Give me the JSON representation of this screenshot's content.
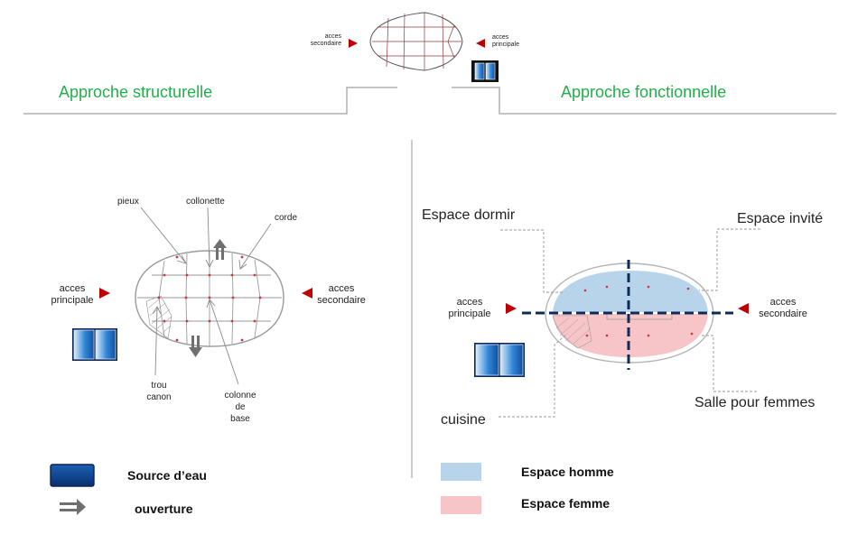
{
  "top": {
    "access_secondary": [
      "acces",
      "secondaire"
    ],
    "access_main": [
      "acces",
      "principale"
    ]
  },
  "titles": {
    "structural": "Approche  structurelle",
    "functional": "Approche  fonctionnelle"
  },
  "left": {
    "pieux": "pieux",
    "collonette": "collonette",
    "corde": "corde",
    "access_main": [
      "acces",
      "principale"
    ],
    "access_secondary": [
      "acces",
      "secondaire"
    ],
    "trou_canon": [
      "trou",
      "canon"
    ],
    "colonne_de_base": [
      "colonne",
      "de",
      "base"
    ]
  },
  "right": {
    "espace_dormir": "Espace dormir",
    "espace_invite": "Espace invité",
    "access_main": [
      "acces",
      "principale"
    ],
    "access_secondary": [
      "acces",
      "secondaire"
    ],
    "salle_femmes": "Salle pour femmes",
    "cuisine": "cuisine"
  },
  "legend": {
    "water_source": "Source d’eau",
    "opening": "ouverture",
    "men_space": "Espace homme",
    "women_space": "Espace femme"
  },
  "colors": {
    "title_green": "#22b04a",
    "men_blue": "#b8d4ea",
    "women_pink": "#f7c4c8",
    "axis_navy": "#0e2a5a",
    "arrow_red": "#c00000",
    "water_blue": "#1f6fc4"
  }
}
